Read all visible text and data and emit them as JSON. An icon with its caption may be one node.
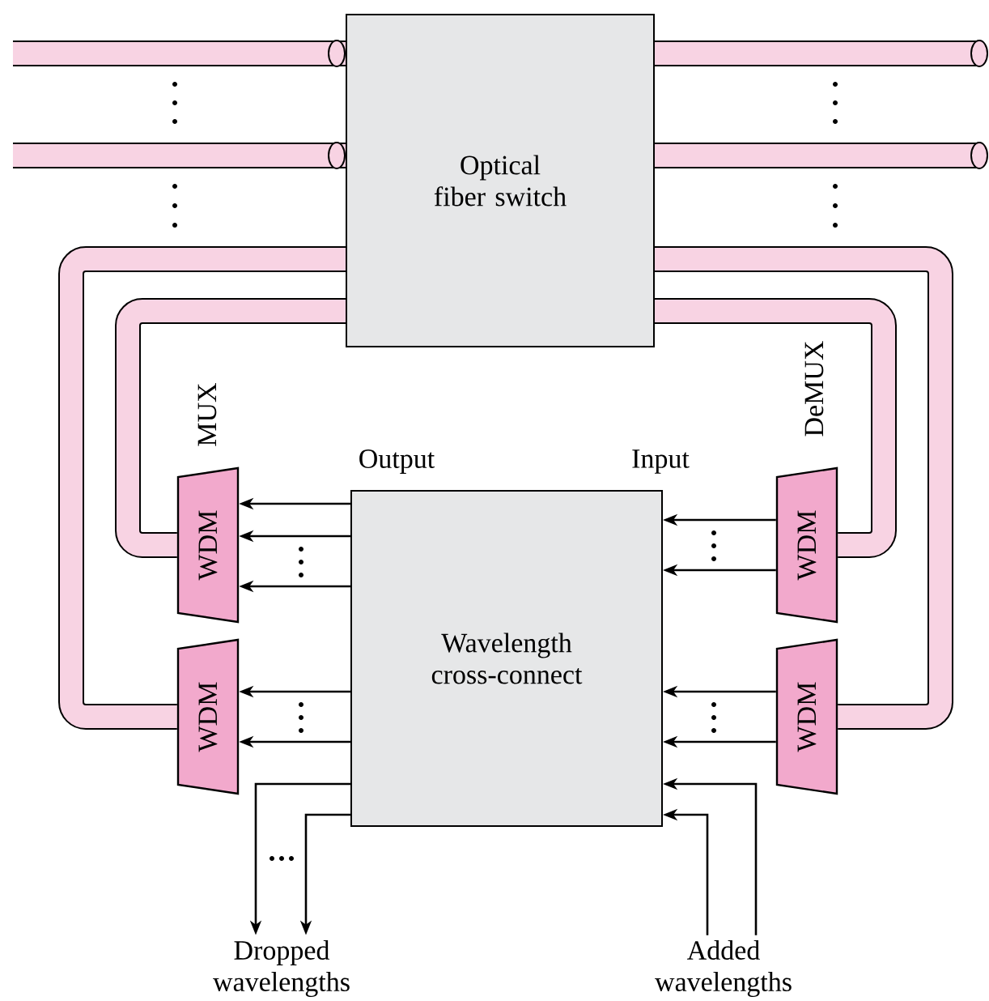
{
  "diagram": {
    "nodes": [
      {
        "text": [
          "Optical fiber switch"
        ]
      },
      {
        "text": [
          "Wavelength cross-connect"
        ]
      },
      {
        "text": [
          "WDM"
        ],
        "beside": [
          "MUX"
        ]
      },
      {
        "text": [
          "WDM"
        ]
      },
      {
        "text": [
          "WDM"
        ],
        "beside": [
          "DeMUX"
        ]
      },
      {
        "text": [
          "WDM"
        ]
      },
      {
        "text": [
          "Dropped wavelengths"
        ]
      },
      {
        "text": [
          "Added wavelengths"
        ]
      }
    ],
    "edges": [
      {
        "from": null,
        "to": 0,
        "arrow": "other",
        "style": "thick"
      },
      {
        "from": null,
        "to": 0,
        "arrow": "other",
        "style": "thick"
      },
      {
        "from": 0,
        "to": null,
        "arrow": "other",
        "style": "thick"
      },
      {
        "from": 0,
        "to": null,
        "arrow": "other",
        "style": "thick"
      },
      {
        "from": 0,
        "to": 2,
        "arrow": "none",
        "style": "thick"
      },
      {
        "from": 0,
        "to": 3,
        "arrow": "none",
        "style": "thick"
      },
      {
        "from": 0,
        "to": 4,
        "arrow": "none",
        "style": "thick"
      },
      {
        "from": 0,
        "to": 5,
        "arrow": "none",
        "style": "thick"
      },
      {
        "from": 1,
        "to": 2,
        "arrow": "to"
      },
      {
        "from": 1,
        "to": 2,
        "arrow": "to"
      },
      {
        "from": 1,
        "to": 2,
        "arrow": "to"
      },
      {
        "from": 1,
        "to": 3,
        "arrow": "to"
      },
      {
        "from": 1,
        "to": 3,
        "arrow": "to"
      },
      {
        "from": 4,
        "to": 1,
        "arrow": "to"
      },
      {
        "from": 4,
        "to": 1,
        "arrow": "to"
      },
      {
        "from": 5,
        "to": 1,
        "arrow": "to"
      },
      {
        "from": 5,
        "to": 1,
        "arrow": "to"
      },
      {
        "from": 1,
        "to": 6,
        "arrow": "to"
      },
      {
        "from": 1,
        "to": 6,
        "arrow": "to"
      },
      {
        "from": 7,
        "to": 1,
        "arrow": "to"
      },
      {
        "from": 7,
        "to": 1,
        "arrow": "to"
      }
    ],
    "labels": [
      "Output",
      "Input"
    ]
  }
}
